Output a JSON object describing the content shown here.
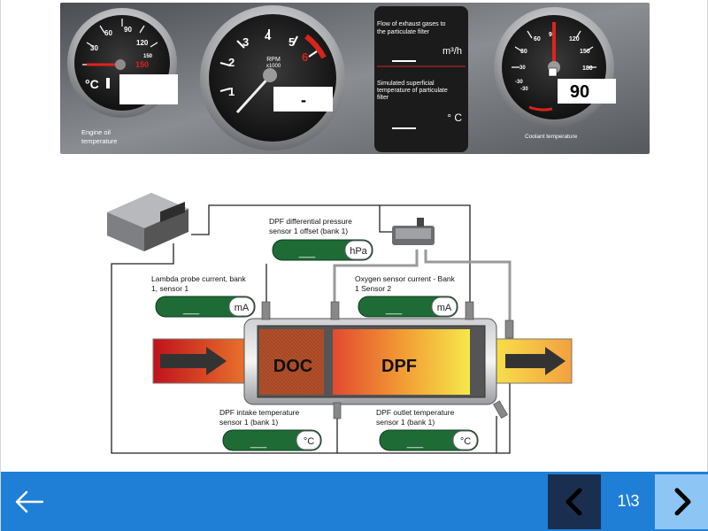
{
  "dashboard": {
    "oil_gauge": {
      "ticks": [
        "30",
        "60",
        "90",
        "120",
        "150"
      ],
      "unit": "°C",
      "red_value": "150",
      "label_line1": "Engine oil",
      "label_line2": "temperature",
      "readout": ""
    },
    "rpm_gauge": {
      "ticks": [
        "1",
        "2",
        "3",
        "4",
        "5",
        "6"
      ],
      "label_line1": "RPM",
      "label_line2": "x1000",
      "readout": "-"
    },
    "exhaust_panel": {
      "flow_label_line1": "Flow of exhaust gases to",
      "flow_label_line2": "the  particulate filter",
      "flow_unit": "m³/h",
      "temp_label_line1": "Simulated superficial",
      "temp_label_line2": "temperature  of particulate",
      "temp_label_line3": "filter",
      "temp_unit": "° C"
    },
    "coolant_gauge": {
      "ticks": [
        "-30",
        "-30",
        "-30",
        "30",
        "60",
        "90",
        "120",
        "150",
        "180"
      ],
      "readout": "90",
      "label": "Coolant temperature"
    }
  },
  "diagram": {
    "doc_label": "DOC",
    "dpf_label": "DPF",
    "diff_pressure": {
      "line1": "DPF differential pressure",
      "line2": "sensor  1 offset (bank 1)",
      "unit": "hPa",
      "value": "___"
    },
    "lambda_probe": {
      "line1": "Lambda probe current, bank",
      "line2": "1,  sensor 1",
      "unit": "mA",
      "value": "___"
    },
    "oxygen_sensor": {
      "line1": "Oxygen sensor current - Bank",
      "line2": "1  Sensor 2",
      "unit": "mA",
      "value": "___"
    },
    "intake_temp": {
      "line1": "DPF intake temperature",
      "line2": "sensor  1 (bank 1)",
      "unit": "°C",
      "value": "___"
    },
    "outlet_temp": {
      "line1": "DPF outlet temperature",
      "line2": "sensor  1 (bank 1)",
      "unit": "°C",
      "value": "___"
    }
  },
  "footer": {
    "page_indicator": "1\\3",
    "back_icon": "arrow-left-icon",
    "prev_icon": "chevron-left-icon",
    "next_icon": "chevron-right-icon"
  },
  "colors": {
    "footer_blue": "#1f7fd7",
    "prev_button": "#1a2f4f",
    "next_button": "#8dc6f5",
    "display_green": "#1e6b36",
    "doc_brown": "#b2502a",
    "dpf_orange": "#e8723a"
  }
}
